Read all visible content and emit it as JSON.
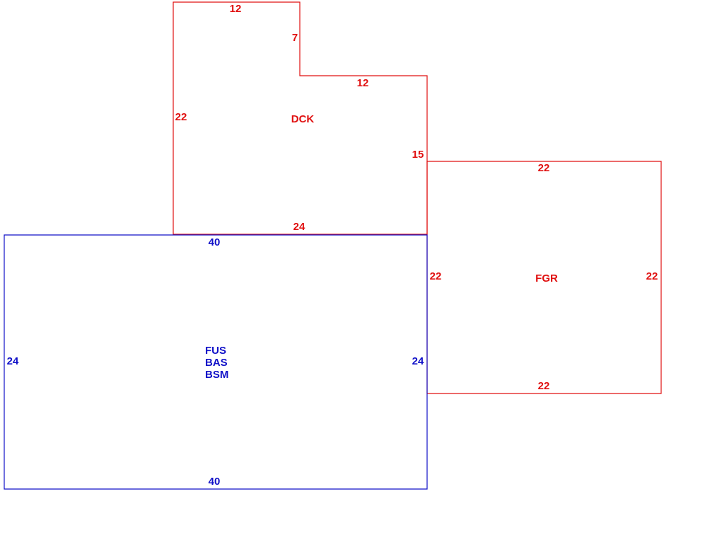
{
  "colors": {
    "deck": "#e01010",
    "garage": "#e01010",
    "house": "#1010c8"
  },
  "dck": {
    "name": "DCK",
    "dims": {
      "top": "12",
      "notch_v": "7",
      "notch_h": "12",
      "left": "22",
      "right": "15",
      "bottom": "24"
    }
  },
  "fgr": {
    "name": "FGR",
    "dims": {
      "top": "22",
      "left": "22",
      "right": "22",
      "bottom": "22"
    }
  },
  "house": {
    "codes": [
      "FUS",
      "BAS",
      "BSM"
    ],
    "dims": {
      "top": "40",
      "left": "24",
      "right": "24",
      "bottom": "40"
    }
  }
}
